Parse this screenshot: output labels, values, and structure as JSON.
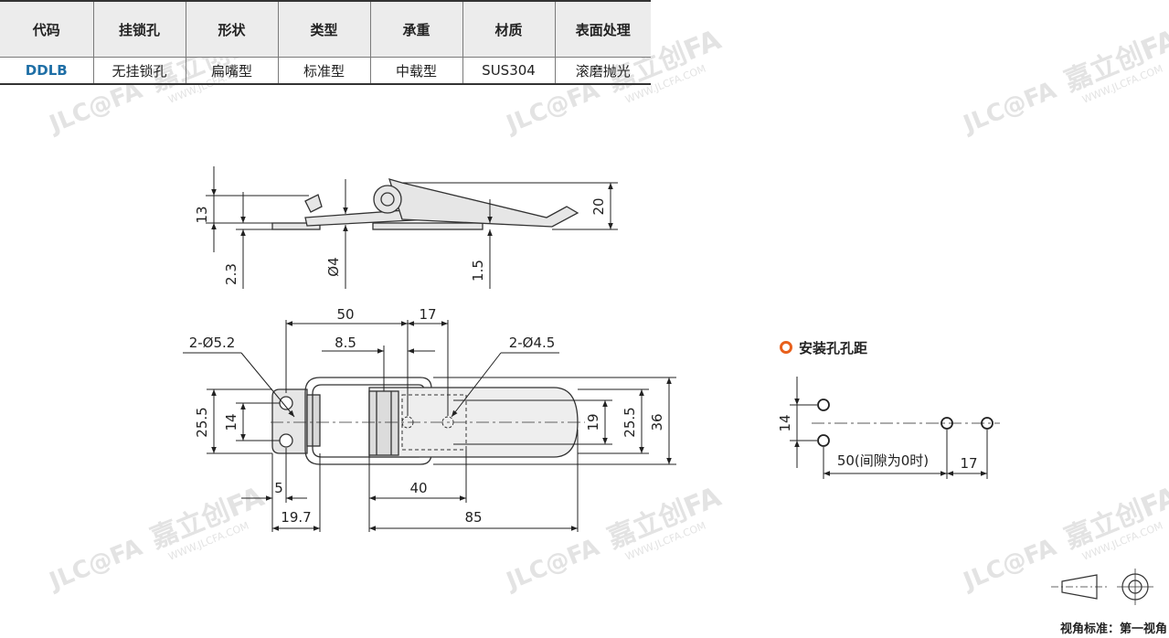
{
  "table": {
    "headers": [
      "代码",
      "挂锁孔",
      "形状",
      "类型",
      "承重",
      "材质",
      "表面处理"
    ],
    "row": [
      "DDLB",
      "无挂锁孔",
      "扁嘴型",
      "标准型",
      "中载型",
      "SUS304",
      "滚磨抛光"
    ]
  },
  "side_view": {
    "dims": {
      "d13": "13",
      "d2_3": "2.3",
      "d4": "Ø4",
      "d1_5": "1.5",
      "d20": "20"
    }
  },
  "top_view": {
    "dims": {
      "d50": "50",
      "d17": "17",
      "d8_5": "8.5",
      "hole_left": "2-Ø5.2",
      "hole_right": "2-Ø4.5",
      "d25_5_left": "25.5",
      "d14": "14",
      "d19": "19",
      "d25_5_right": "25.5",
      "d36": "36",
      "d5": "5",
      "d19_7": "19.7",
      "d40": "40",
      "d85": "85"
    }
  },
  "mounting": {
    "title": "安装孔孔距",
    "dims": {
      "d14": "14",
      "d50": "50(间隙为0时)",
      "d17": "17"
    }
  },
  "projection": {
    "label": "视角标准：第一视角"
  },
  "watermark": {
    "brand_cn": "嘉立创FA",
    "brand_en": "JLC@FA",
    "site": "WWW.JLCFA.COM"
  },
  "colors": {
    "accent": "#e8601c",
    "code": "#1f6fa6",
    "line": "#333333",
    "watermark": "#dcdcdc"
  }
}
